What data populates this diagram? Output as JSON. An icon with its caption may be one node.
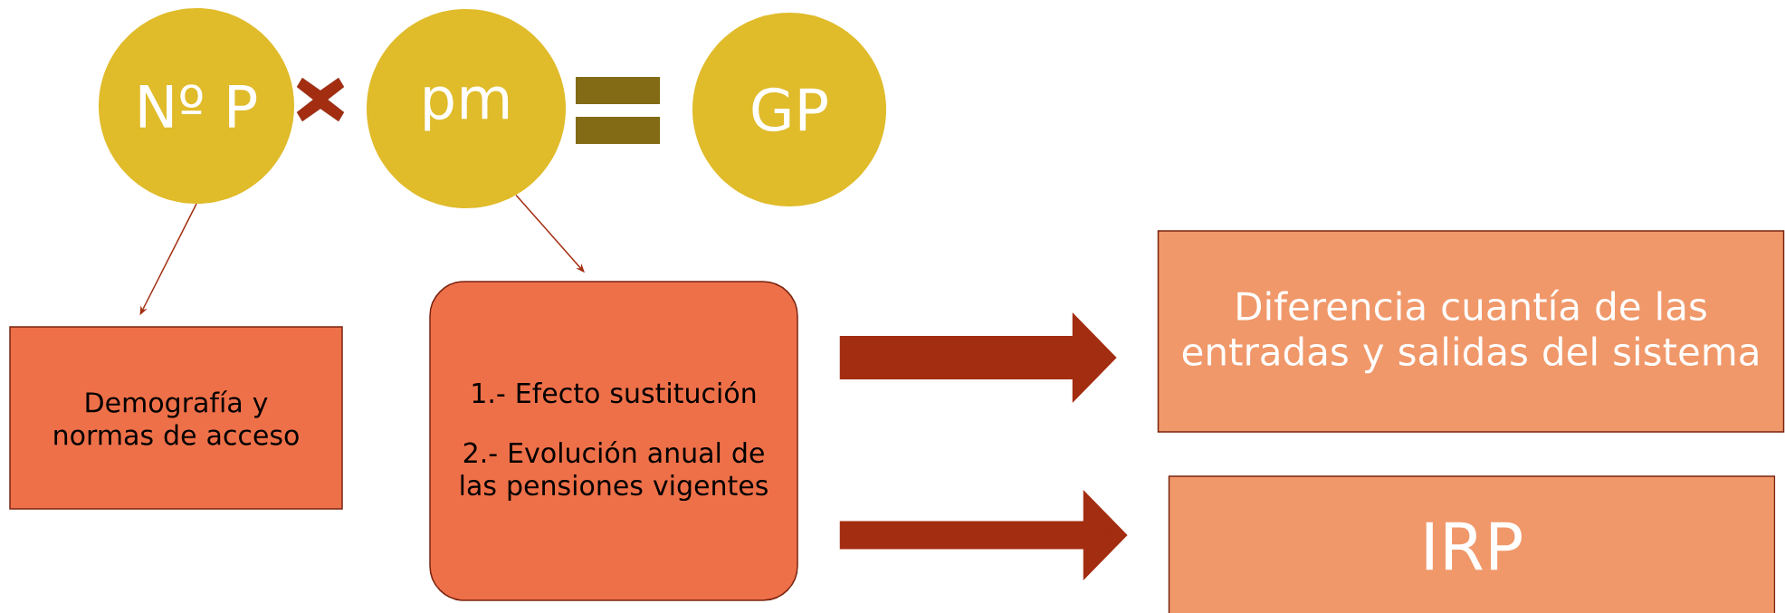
{
  "diagram": {
    "nodes": [
      {
        "text": [
          "Nº P"
        ]
      },
      {
        "text": [
          "pm"
        ]
      },
      {
        "text": [
          "GP"
        ]
      },
      {
        "text": [
          "Demografía y normas de acceso"
        ]
      },
      {
        "text": [
          "1.- Efecto sustitución",
          "2.- Evolución anual de las pensiones vigentes"
        ]
      },
      {
        "text": [
          "Diferencia cuantía de las entradas y salidas del sistema"
        ]
      },
      {
        "text": [
          "IRP"
        ]
      }
    ],
    "edges": [
      {
        "from": 0,
        "to": 3,
        "arrow": "to"
      },
      {
        "from": 1,
        "to": 4,
        "arrow": "to"
      },
      {
        "from": 4,
        "to": 5,
        "arrow": "to",
        "style": "thick"
      },
      {
        "from": 4,
        "to": 6,
        "arrow": "to",
        "style": "thick"
      }
    ]
  }
}
